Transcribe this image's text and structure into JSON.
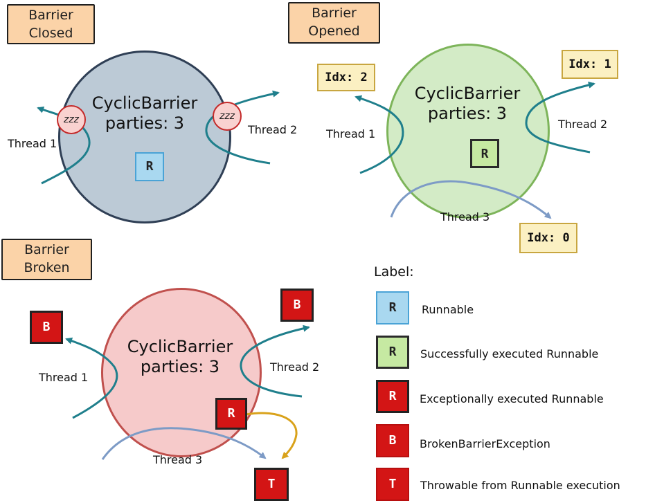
{
  "closed": {
    "tag_lines": [
      "Barrier",
      "Closed"
    ],
    "title_lines": [
      "CyclicBarrier",
      "parties: 3"
    ],
    "thread1": "Thread 1",
    "thread2": "Thread 2",
    "sleep_label": "zzz",
    "runnable_label": "R"
  },
  "opened": {
    "tag_lines": [
      "Barrier",
      "Opened"
    ],
    "title_lines": [
      "CyclicBarrier",
      "parties: 3"
    ],
    "thread1": "Thread 1",
    "thread2": "Thread 2",
    "thread3": "Thread 3",
    "idx_thread1": "Idx: 2",
    "idx_thread2": "Idx: 1",
    "idx_thread3": "Idx: 0",
    "runnable_label": "R"
  },
  "broken": {
    "tag_lines": [
      "Barrier",
      "Broken"
    ],
    "title_lines": [
      "CyclicBarrier",
      "parties: 3"
    ],
    "thread1": "Thread 1",
    "thread2": "Thread 2",
    "thread3": "Thread 3",
    "broken_label": "B",
    "runnable_label": "R",
    "throwable_label": "T"
  },
  "legend": {
    "title": "Label:",
    "items": [
      {
        "letter": "R",
        "text": "Runnable",
        "color": "#a9d8f0"
      },
      {
        "letter": "R",
        "text": "Successfully executed Runnable",
        "color": "#c6e9a2"
      },
      {
        "letter": "R",
        "text": "Exceptionally executed Runnable",
        "color": "#d31515"
      },
      {
        "letter": "B",
        "text": "BrokenBarrierException",
        "color": "#d31515"
      },
      {
        "letter": "T",
        "text": "Throwable from Runnable execution",
        "color": "#d31515"
      }
    ]
  },
  "colors": {
    "closed_fill": "#bccad6",
    "opened_fill": "#d3ebc6",
    "broken_fill": "#f6caca",
    "thread_teal": "#1f7f8c",
    "thread3_blue": "#7d9bc6",
    "exception_arrow": "#d9a21b"
  }
}
